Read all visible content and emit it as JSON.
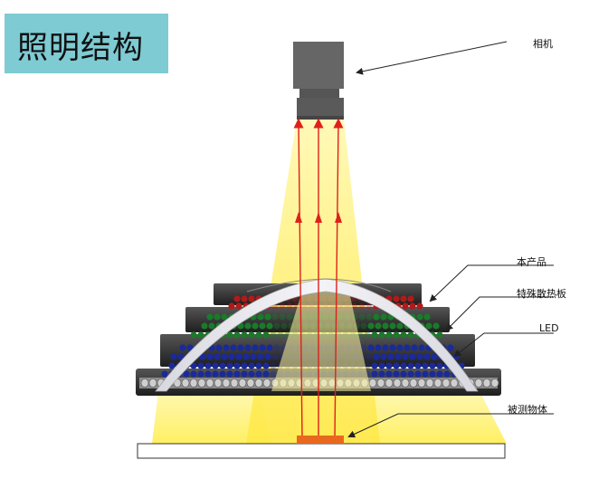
{
  "title": "照明结构",
  "labels": {
    "camera": "相机",
    "product": "本产品",
    "heatsink": "特殊散热板",
    "led": "LED",
    "object": "被测物体"
  },
  "colors": {
    "title_bg": "#7ecbd3",
    "beam": "#fff066",
    "ray": "#e0201a",
    "led_red": "#b01a1a",
    "led_green": "#1a7a2a",
    "led_blue": "#1a2a9a",
    "object": "#e8681e"
  }
}
